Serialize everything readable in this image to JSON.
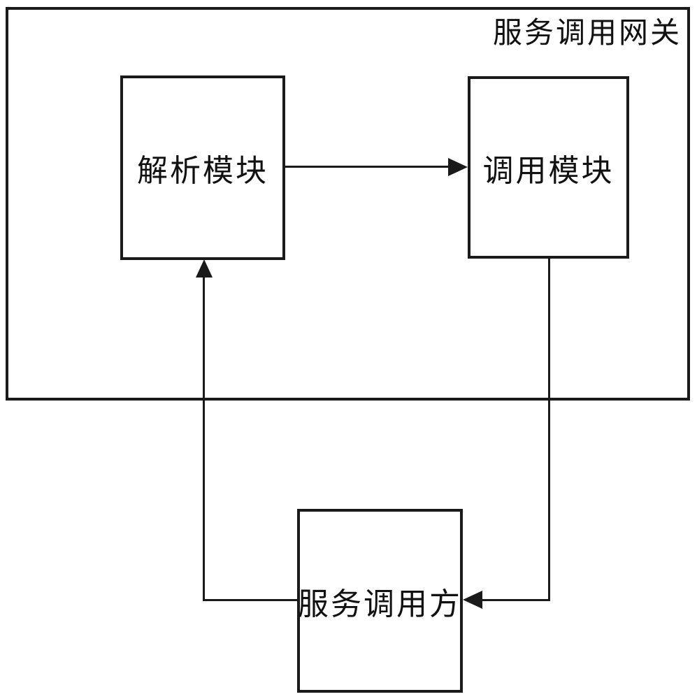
{
  "diagram": {
    "gateway": {
      "label": "服务调用网关"
    },
    "nodes": {
      "parse": {
        "label": "解析模块"
      },
      "invoke": {
        "label": "调用模块"
      },
      "caller": {
        "label": "服务调用方"
      }
    },
    "edges": [
      {
        "from": "解析模块",
        "to": "调用模块",
        "arrow": "right"
      },
      {
        "from": "调用模块",
        "to": "服务调用方",
        "arrow": "left"
      },
      {
        "from": "服务调用方",
        "to": "解析模块",
        "arrow": "up"
      }
    ],
    "colors": {
      "line": "#1a1a1a",
      "background": "#ffffff"
    }
  }
}
